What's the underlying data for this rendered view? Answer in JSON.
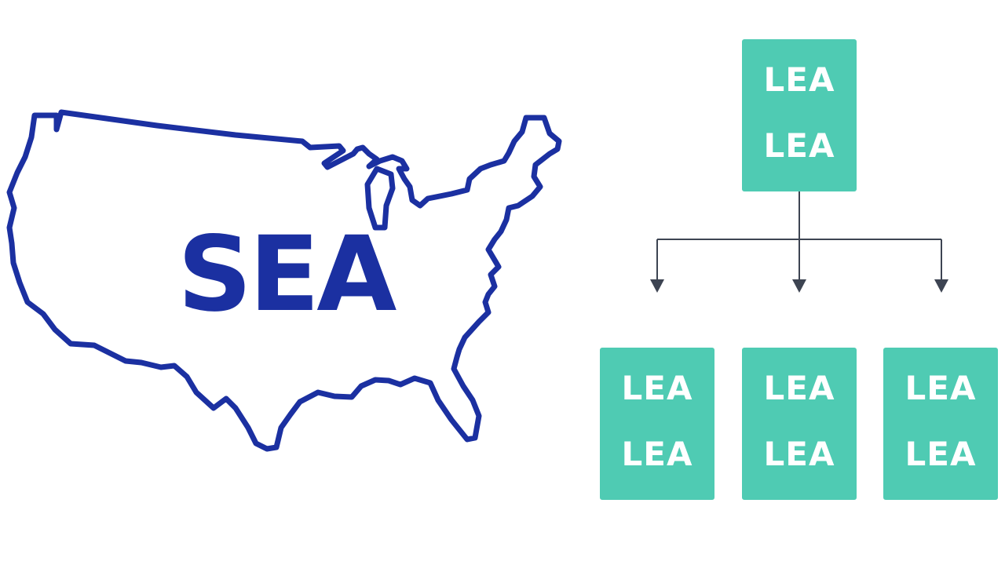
{
  "map": {
    "label": "SEA",
    "outline_color": "#1b30a1"
  },
  "tree": {
    "box_color": "#4fcbb3",
    "connector_color": "#3d4452",
    "top": {
      "line1": "LEA",
      "line2": "LEA"
    },
    "children": [
      {
        "line1": "LEA",
        "line2": "LEA"
      },
      {
        "line1": "LEA",
        "line2": "LEA"
      },
      {
        "line1": "LEA",
        "line2": "LEA"
      }
    ]
  }
}
